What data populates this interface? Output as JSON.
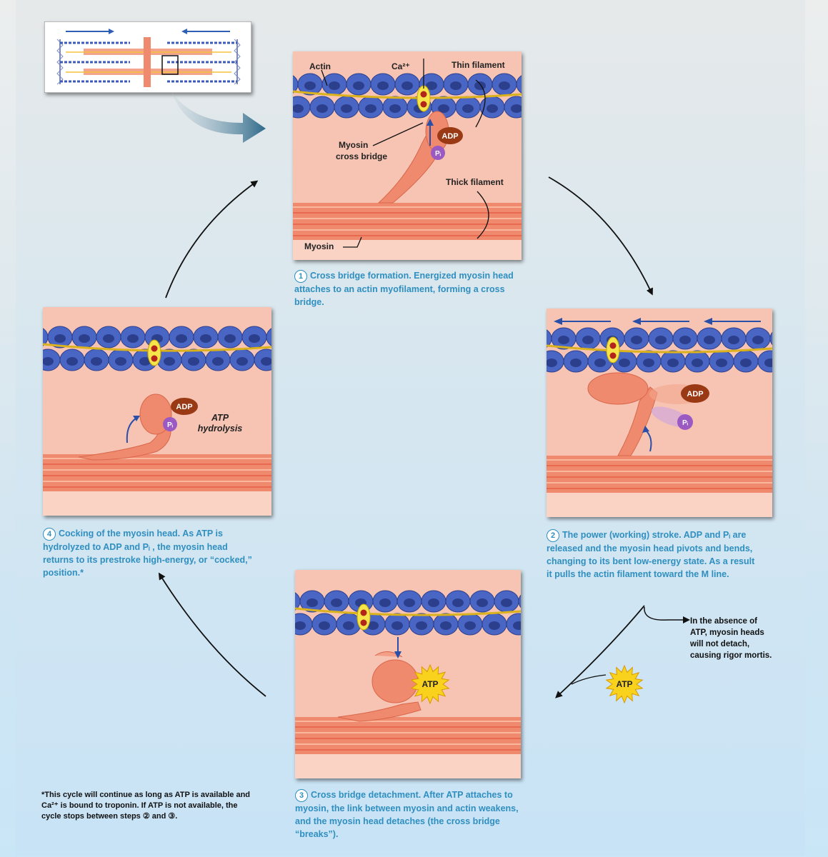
{
  "labels": {
    "actin": "Actin",
    "calcium": "Ca²⁺",
    "thin_filament": "Thin filament",
    "myosin_cross_bridge_1": "Myosin",
    "myosin_cross_bridge_2": "cross bridge",
    "thick_filament": "Thick filament",
    "myosin": "Myosin",
    "adp": "ADP",
    "pi": "Pᵢ",
    "atp": "ATP",
    "atp_hydrolysis_1": "ATP",
    "atp_hydrolysis_2": "hydrolysis"
  },
  "steps": [
    {
      "number": "1",
      "title": "Cross bridge formation.",
      "body": "Energized myosin head attaches to an actin myofilament, forming a cross bridge."
    },
    {
      "number": "2",
      "title": "The power (working) stroke.",
      "body": "ADP and Pᵢ are released and the myosin head pivots and bends, changing to its bent low-energy state. As a result it pulls the actin filament toward the M line."
    },
    {
      "number": "3",
      "title": "Cross bridge detachment.",
      "body": "After ATP attaches to myosin, the link between myosin and actin weakens, and the myosin head detaches (the cross bridge “breaks”)."
    },
    {
      "number": "4",
      "title": "Cocking of the myosin head.",
      "body": "As ATP is hydrolyzed to ADP and Pᵢ , the myosin head returns to its prestroke high-energy, or “cocked,” position.*"
    }
  ],
  "rigor_note": "In the absence of ATP, myosin heads will not detach, causing rigor mortis.",
  "footnote": "*This cycle will continue as long as ATP is available and Ca²⁺ is bound to troponin. If ATP is not available, the cycle stops between steps ② and ③.",
  "colors": {
    "caption_blue": "#2f8fc0",
    "actin_blue": "#4a66c4",
    "myosin_salmon": "#f08a6e",
    "background_pink": "#f7c4b3",
    "adp_brown": "#9a3a14",
    "pi_purple": "#9b59c2",
    "atp_yellow": "#f8d21c"
  }
}
